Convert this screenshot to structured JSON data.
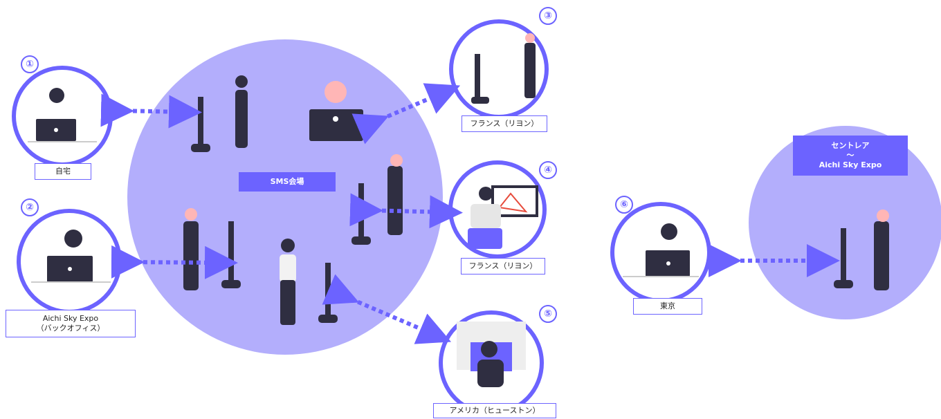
{
  "venue": {
    "sms": "SMS会場"
  },
  "remote_sites": [
    {
      "num": "①",
      "label": "自宅"
    },
    {
      "num": "②",
      "label_line1": "Aichi Sky Expo",
      "label_line2": "（バックオフィス）"
    },
    {
      "num": "③",
      "label": "フランス（リヨン）"
    },
    {
      "num": "④",
      "label": "フランス（リヨン）"
    },
    {
      "num": "⑤",
      "label": "アメリカ（ヒューストン）"
    },
    {
      "num": "⑥",
      "label": "東京"
    }
  ],
  "centrair": {
    "line1": "セントレア",
    "line2": "～",
    "line3": "Aichi Sky Expo"
  },
  "colors": {
    "accent": "#6c63ff",
    "light": "#b3aefc",
    "dark": "#2f2e41",
    "skin": "#ffb6b6"
  }
}
